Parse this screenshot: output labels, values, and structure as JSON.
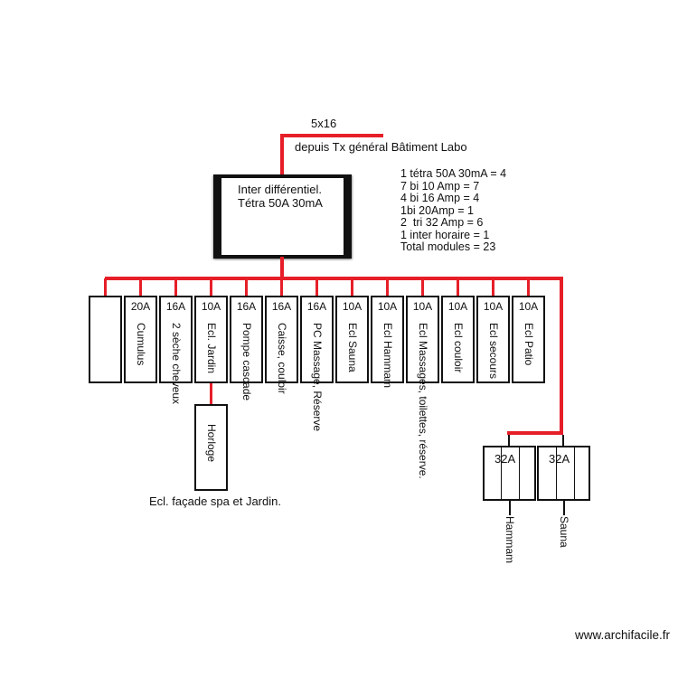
{
  "feed": {
    "cable_label": "5x16",
    "source_label": "depuis Tx général Bâtiment Labo"
  },
  "main_switch": {
    "line1": "Inter différentiel.",
    "line2": "Tétra 50A 30mA"
  },
  "summary": {
    "lines": [
      "1 tétra 50A 30mA = 4",
      "7 bi 10 Amp = 7",
      "4 bi 16 Amp = 4",
      "1bi 20Amp = 1",
      "2  tri 32 Amp = 6",
      "1 inter horaire = 1",
      "Total modules = 23"
    ]
  },
  "breakers": [
    {
      "amp": "",
      "label": ""
    },
    {
      "amp": "20A",
      "label": "Cumulus"
    },
    {
      "amp": "16A",
      "label": "2 sèche cheveux"
    },
    {
      "amp": "10A",
      "label": "Ecl. Jardin"
    },
    {
      "amp": "16A",
      "label": "Pompe cascade"
    },
    {
      "amp": "16A",
      "label": "Caisse, couloir"
    },
    {
      "amp": "16A",
      "label": "PC Massage, Réserve"
    },
    {
      "amp": "10A",
      "label": "Ecl Sauna"
    },
    {
      "amp": "10A",
      "label": "Ecl Hammam"
    },
    {
      "amp": "10A",
      "label": "Ecl Massages, toilettes, réserve."
    },
    {
      "amp": "10A",
      "label": "Ecl couloir"
    },
    {
      "amp": "10A",
      "label": "Ecl secours"
    },
    {
      "amp": "10A",
      "label": "Ecl Patio"
    }
  ],
  "clock": {
    "label": "Horloge",
    "caption": "Ecl. façade spa et Jardin."
  },
  "tri_breakers": [
    {
      "amp": "32A",
      "label": "Hammam"
    },
    {
      "amp": "32A",
      "label": "Sauna"
    }
  ],
  "watermark": "www.archifacile.fr",
  "colors": {
    "wire_red": "#e61e28",
    "line_black": "#111111"
  }
}
